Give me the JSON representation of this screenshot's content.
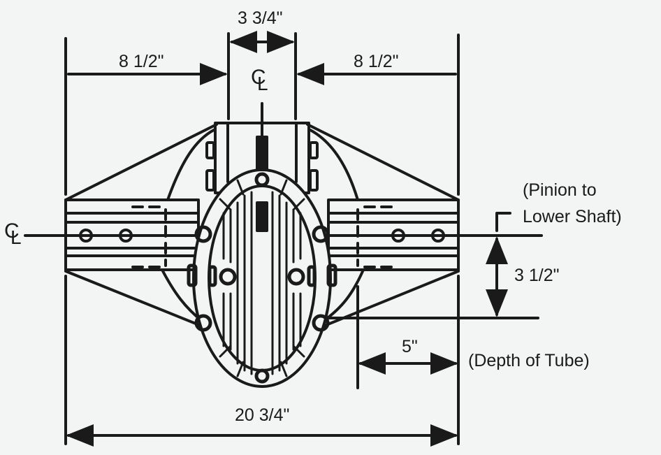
{
  "diagram": {
    "type": "technical-dimension-drawing",
    "subject": "Differential housing, top view with dimensions",
    "colors": {
      "background": "#f3f4f4",
      "line": "#1a1a1a"
    },
    "dimensions": {
      "top_center_width": "3 3/4\"",
      "left_arm_length": "8 1/2\"",
      "right_arm_length": "8 1/2\"",
      "overall_width": "20 3/4\"",
      "pinion_offset": "3 1/2\"",
      "tube_depth": "5\""
    },
    "annotations": {
      "pinion_note_line1": "(Pinion to",
      "pinion_note_line2": "Lower Shaft)",
      "tube_note": "(Depth of Tube)"
    },
    "centerline_symbols": [
      {
        "id": "vertical",
        "label": "CL",
        "glyph_c": "C",
        "glyph_l": "L"
      },
      {
        "id": "horizontal",
        "label": "CL",
        "glyph_c": "C",
        "glyph_l": "L"
      }
    ]
  }
}
